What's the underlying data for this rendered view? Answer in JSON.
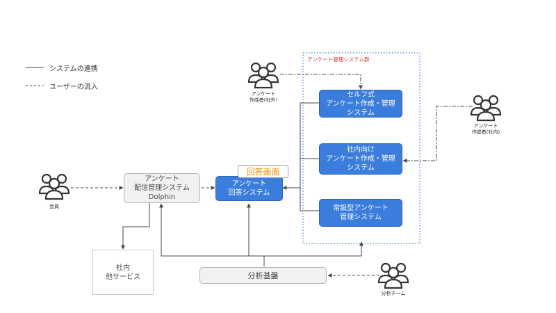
{
  "legend": {
    "system_link": "システムの連携",
    "user_flow": "ユーザーの流入"
  },
  "group": {
    "title": "アンケート管理システム群"
  },
  "boxes": {
    "selfservice": "セルフ式\nアンケート作成・管理\nシステム",
    "internal": "社内向け\nアンケート作成・管理\nシステム",
    "permanent": "常設型アンケート\n管理システム",
    "answer": "アンケート\n回答システム",
    "delivery": "アンケート\n配信管理システム\nDolphin",
    "other": "社内\n他サービス",
    "analytics": "分析基盤"
  },
  "tag": "回答画面",
  "actors": {
    "member": "会員",
    "creator_external": "アンケート\n作成者(社外)",
    "creator_internal": "アンケート\n作成者(社内)",
    "analytics_team": "分析チーム"
  },
  "colors": {
    "blue_box": "#3b7ddd",
    "grey_box": "#f1f1f1",
    "group_border": "#3b7ddd",
    "group_title": "#e03131",
    "tag_text": "#f08c00"
  }
}
